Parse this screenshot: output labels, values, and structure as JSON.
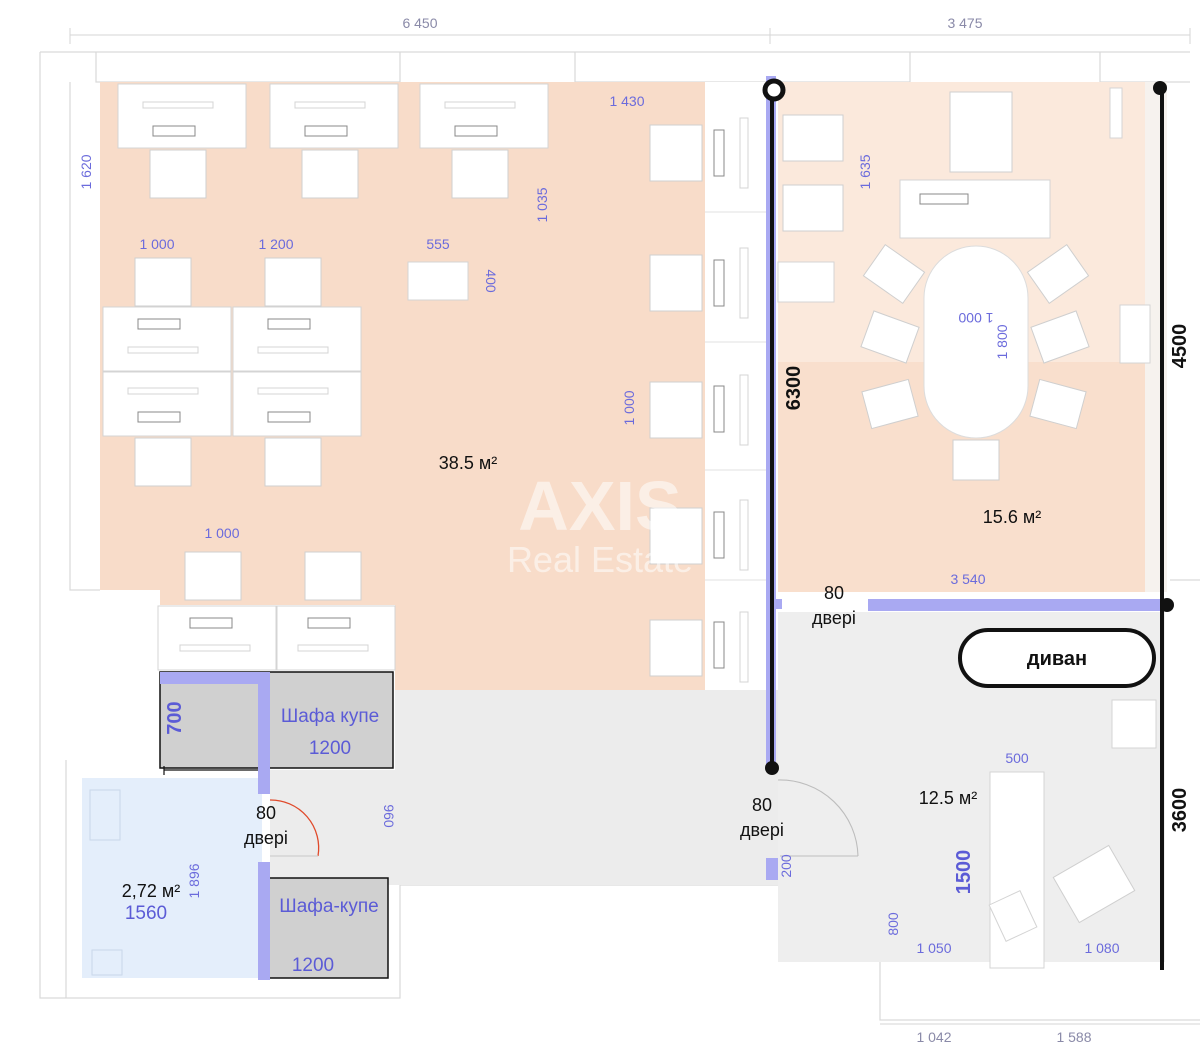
{
  "plan": {
    "dimensions_top": [
      "6 450",
      "3 475"
    ],
    "dimensions_bottom": [
      "1 042",
      "1 588"
    ],
    "inner_dimensions": {
      "d1620": "1 620",
      "d1430": "1 430",
      "d1035": "1 035",
      "d1000a": "1 000",
      "d1200": "1 200",
      "d555": "555",
      "d400": "400",
      "d1000b": "1 000",
      "d1000c": "1 000",
      "d1635": "1 635",
      "d1000table": "1 000",
      "d1800": "1 800",
      "d3540": "3 540",
      "d960": "960",
      "d1896": "1 896",
      "d200": "200",
      "d800": "800",
      "d1050": "1 050",
      "d1080": "1 080",
      "d500": "500"
    },
    "big_dimensions": {
      "d6300": "6300",
      "d4500": "4500",
      "d3600": "3600",
      "d700": "700",
      "d1500": "1500"
    },
    "rooms": {
      "open_space_area": "38.5 м²",
      "meeting_area": "15.6 м²",
      "office_area": "12.5 м²",
      "bathroom_area": "2,72 м²",
      "bathroom_width": "1560"
    },
    "doors": [
      {
        "width": "80",
        "label": "двері"
      },
      {
        "width": "80",
        "label": "двері"
      },
      {
        "width": "80",
        "label": "двері"
      }
    ],
    "wardrobes": [
      {
        "label": "Шафа купе",
        "width": "1200"
      },
      {
        "label": "Шафа-купе",
        "width": "1200"
      }
    ],
    "sofa_label": "диван",
    "watermark": {
      "brand": "AXIS",
      "sub": "Real Estate"
    },
    "colors": {
      "open_space": "#f8dcc9",
      "meeting_room": "#fbe7d8",
      "corridor": "#ececec",
      "bathroom": "#e4eefb",
      "new_wall": "#a9a9f2",
      "dimension_text": "#6b6bdc"
    }
  }
}
